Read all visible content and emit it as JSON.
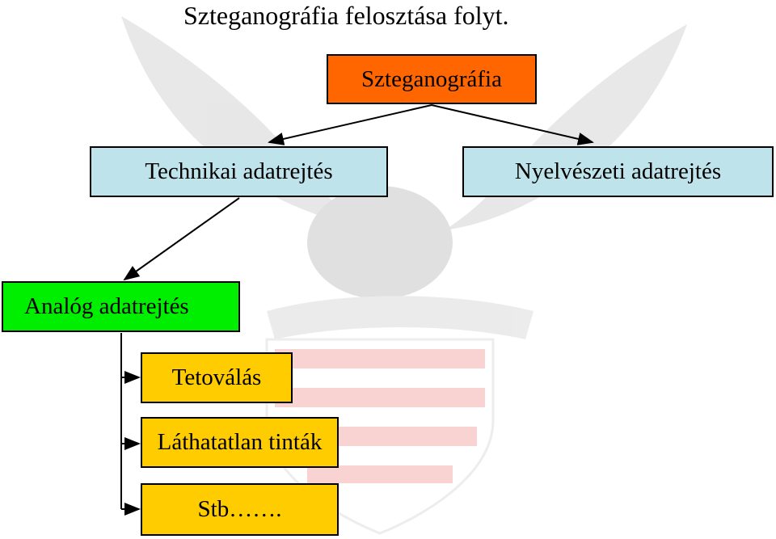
{
  "title": "Szteganográfia felosztása folyt.",
  "nodes": {
    "root": "Szteganográfia",
    "technical": "Technikai adatrejtés",
    "linguistic": "Nyelvészeti adatrejtés",
    "analog": "Analóg adatrejtés",
    "tattoo": "Tetoválás",
    "invisible_ink": "Láthatatlan tinták",
    "etc": "Stb……."
  },
  "watermark": {
    "description": "faded eagle over red-white striped shield",
    "colors": [
      "#d9d9d9",
      "#f6b3b3"
    ]
  },
  "colors": {
    "root_fill": "#ff6600",
    "level1_fill": "#bfe3ea",
    "analog_fill": "#00ee00",
    "leaf_fill": "#ffcc00",
    "line": "#000000"
  }
}
